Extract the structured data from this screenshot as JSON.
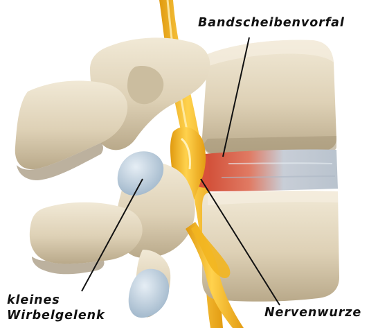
{
  "labels": {
    "herniation": "Bandscheibenvorfal",
    "nerve_root": "Nervenwurze",
    "facet_joint_line1": "kleines",
    "facet_joint_line2": "Wirbelgelenk"
  },
  "colors": {
    "background": "#ffffff",
    "bone": "#e2d6bd",
    "bone_shadow": "#b7a88b",
    "bone_highlight": "#f3ecdc",
    "disc": "#c4ccd6",
    "herniation": "#d8513a",
    "nerve": "#f2b51f",
    "nerve_highlight": "#ffe08a",
    "cartilage": "#bfd3e4",
    "leader_line": "#111111"
  }
}
